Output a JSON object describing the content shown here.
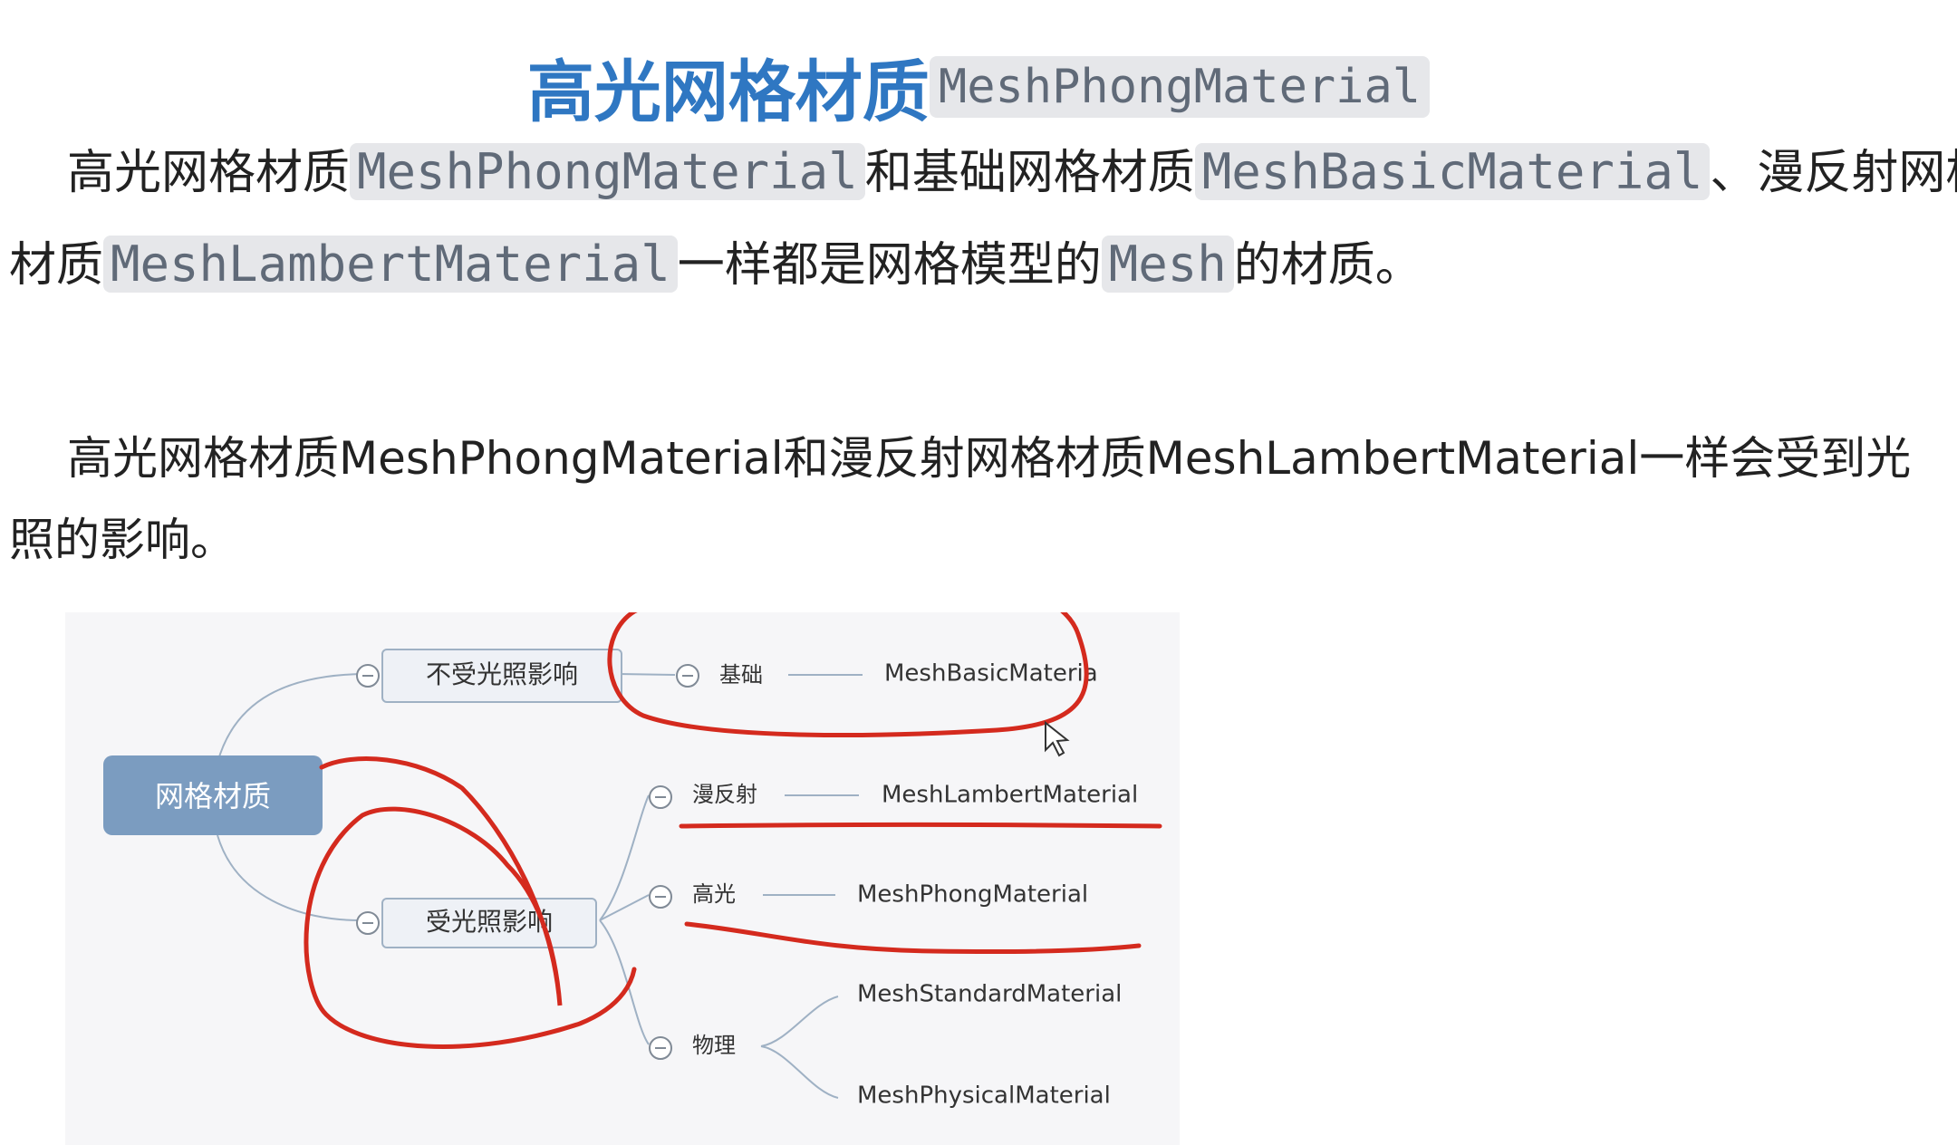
{
  "title": {
    "cn": "高光网格材质",
    "code": "MeshPhongMaterial"
  },
  "para1": {
    "line1": {
      "t1": "高光网格材质",
      "c1": "MeshPhongMaterial",
      "t2": "和基础网格材质",
      "c2": "MeshBasicMaterial",
      "t3": "、漫反射网格"
    },
    "line2": {
      "t1": "材质",
      "c1": "MeshLambertMaterial",
      "t2": "一样都是网格模型的",
      "c2": "Mesh",
      "t3": "的材质。"
    }
  },
  "para2": {
    "line1": "高光网格材质MeshPhongMaterial和漫反射网格材质MeshLambertMaterial一样会受到光",
    "line2": "照的影响。"
  },
  "mindmap": {
    "root": "网格材质",
    "unlit": {
      "label": "不受光照影响",
      "groups": [
        {
          "label": "基础",
          "item": "MeshBasicMateria"
        }
      ]
    },
    "lit": {
      "label": "受光照影响",
      "groups": [
        {
          "label": "漫反射",
          "item": "MeshLambertMaterial"
        },
        {
          "label": "高光",
          "item": "MeshPhongMaterial"
        },
        {
          "label": "物理",
          "items": [
            "MeshStandardMaterial",
            "MeshPhysicalMaterial"
          ]
        }
      ]
    }
  },
  "colors": {
    "title_blue": "#2f77c2",
    "root_node": "#7b9cc0",
    "annotation_red": "#d42a1e",
    "code_background": "#e6e7ea"
  }
}
